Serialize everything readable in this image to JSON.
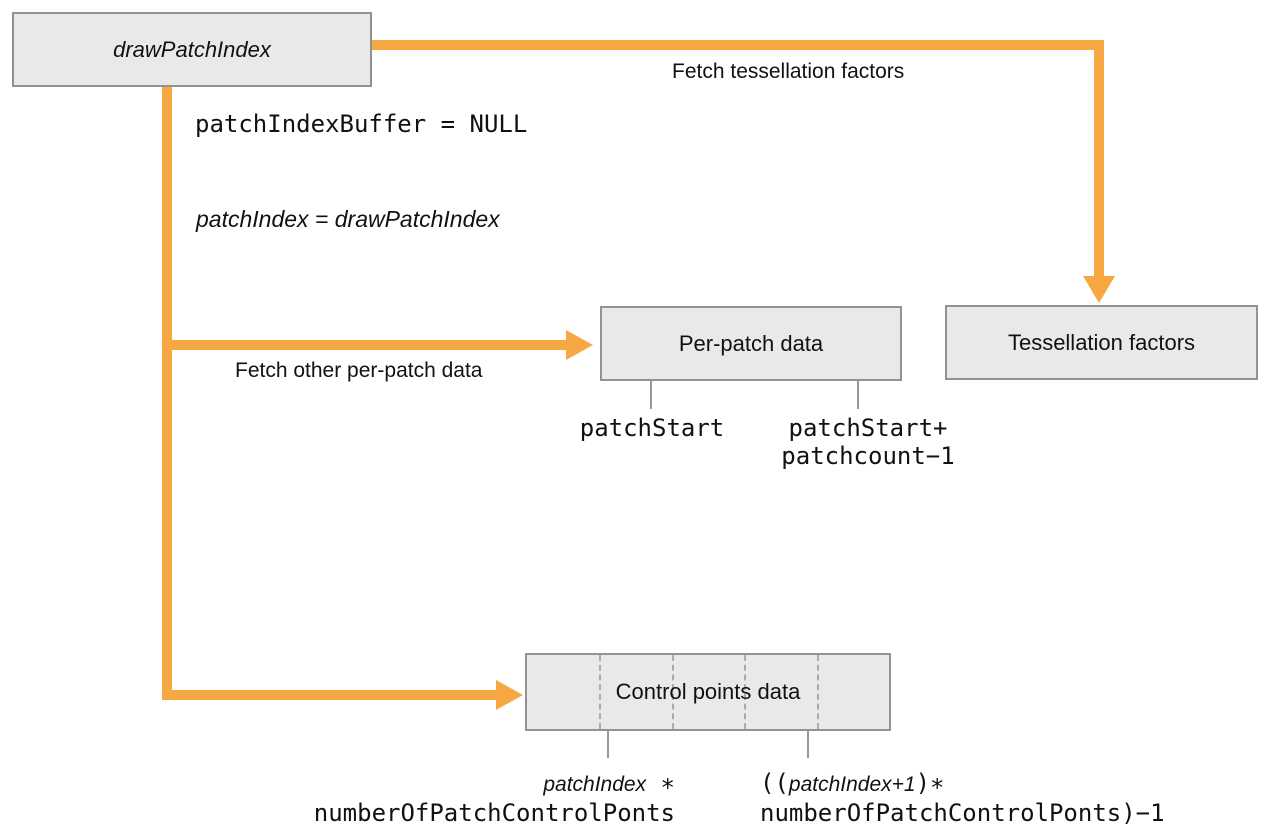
{
  "diagram": {
    "nodes": {
      "draw_patch_index": {
        "label": "drawPatchIndex"
      },
      "per_patch_data": {
        "label": "Per-patch data"
      },
      "tessellation_factors": {
        "label": "Tessellation factors"
      },
      "control_points_data": {
        "label": "Control points data"
      }
    },
    "edge_labels": {
      "fetch_tessellation_factors": "Fetch tessellation factors",
      "fetch_other_per_patch_data": "Fetch other per-patch data"
    },
    "annotations": {
      "patch_index_buffer": "patchIndexBuffer = NULL",
      "patch_index_assignment": "patchIndex = drawPatchIndex",
      "per_patch_range_start": "patchStart",
      "per_patch_range_end_line1": "patchStart+",
      "per_patch_range_end_line2": "patchcount−1",
      "cp_start_line1_var": "patchIndex",
      "cp_start_line1_op": "∗",
      "cp_start_line2": "numberOfPatchControlPonts",
      "cp_end_line1_open": "((",
      "cp_end_line1_var": "patchIndex+1",
      "cp_end_line1_close": ")∗",
      "cp_end_line2": "numberOfPatchControlPonts)−1"
    },
    "colors": {
      "arrow_orange": "#F7A843",
      "box_fill": "#E9E9E8",
      "box_border": "#929292",
      "tick_gray": "#999999",
      "dash_gray": "#ABABAB",
      "text": "#111111"
    }
  }
}
